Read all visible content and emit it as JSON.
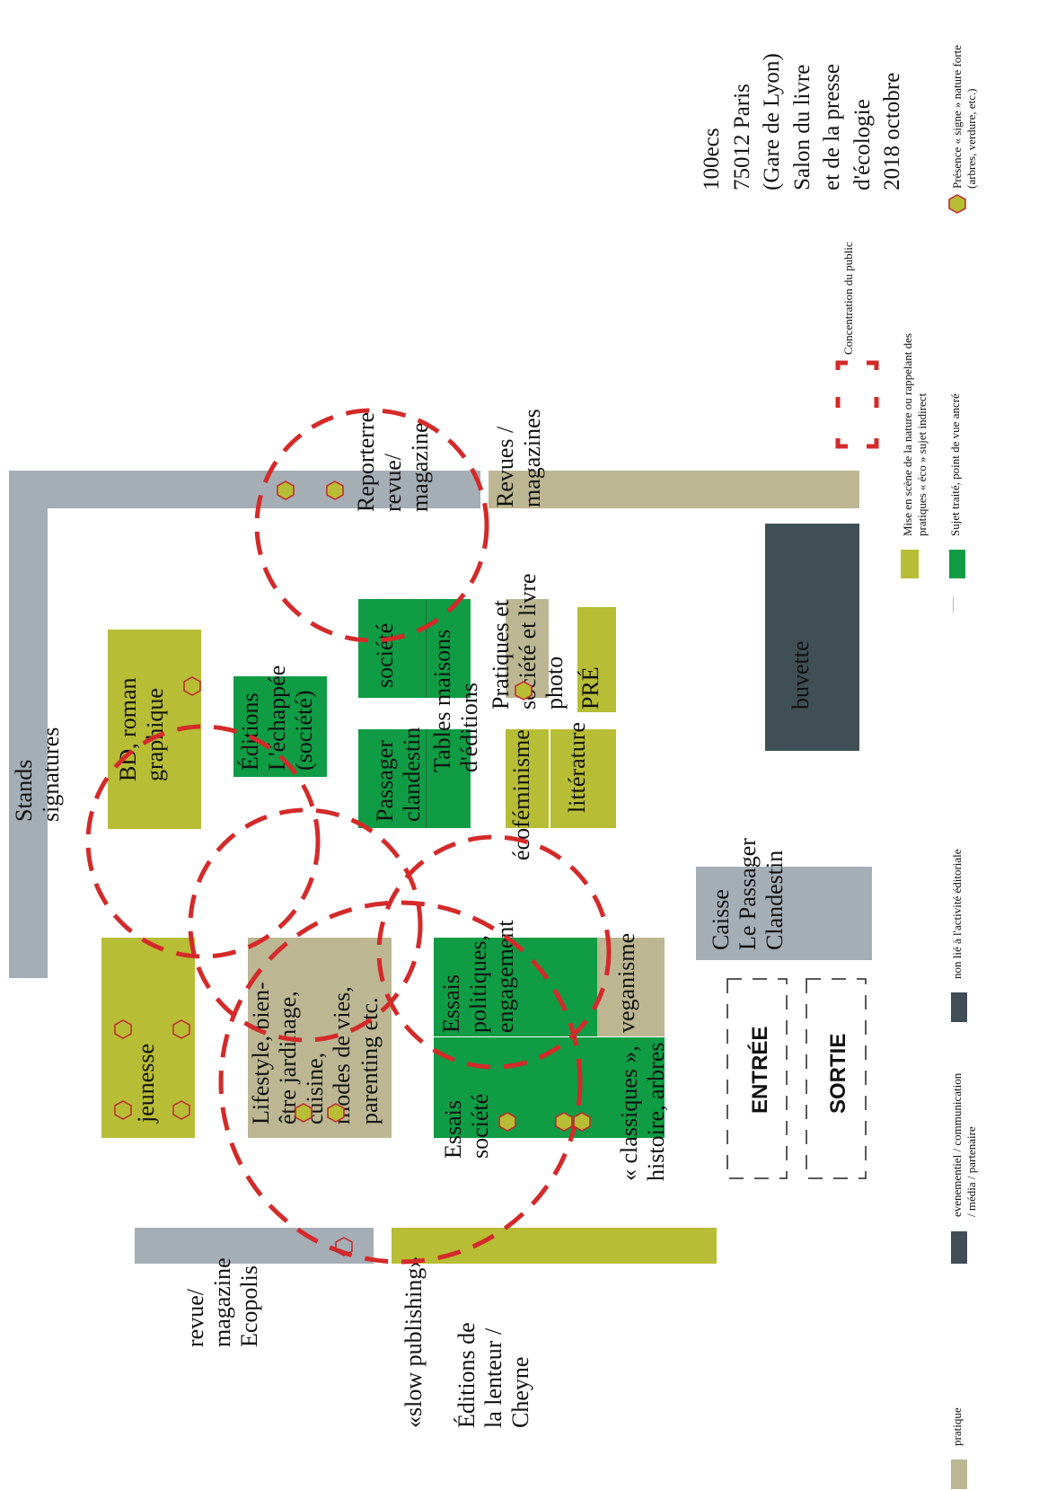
{
  "stands": {
    "stands_signatures": "Stands\nsignatures",
    "reporterre": "Reporterre\nrevue/\nmagazine",
    "revues": "Revues /\nmagazines",
    "bd": "BD, roman\ngraphique",
    "echappee": "Éditions\nL'échappée\n(société)",
    "societe": "société",
    "tables": "Tables maisons\nd'éditions",
    "passager": "Passager\nclandestin",
    "pratiques": "Pratiques et\nsociété et livre\nphoto",
    "pre": "PRÉ",
    "ecofeminisme": "écoféminisme",
    "litterature": "littérature",
    "buvette": "buvette",
    "caisse": "Caisse\nLe Passager\nClandestin",
    "jeunesse": "jeunesse",
    "lifestyle": "Lifestyle, bien-\nêtre jardinage,\ncuisine,\nmodes de vies,\nparenting etc.",
    "essais_politiques": "Essais\npolitiques,\nengagement",
    "veganisme": "veganisme",
    "essais_societe": "Essais\nsociété",
    "classiques": "« classiques »,\nhistoire, arbres",
    "entree": "ENTRÉE",
    "sortie": "SORTIE",
    "ecopolis": "revue/\nmagazine\nEcopolis",
    "lenteur": "Éditions de\nla lenteur /\nCheyne",
    "slow": "«slow publishing»"
  },
  "info": "100ecs\n75012 Paris\n(Gare de Lyon)\nSalon du livre\net de la presse\nd'écologie\n2018 octobre",
  "legend": {
    "concentration": "Concentration du public",
    "mise_en_scene": "Mise en scène de la nature ou rappelant des\npratiques « éco » sujet indirect",
    "sujet_traite": "Sujet traité, point de vue ancré",
    "presence": "Présence « signe » nature forte\n(arbres, verdure, etc.)",
    "non_lie": "non lié à l'activité éditoriale",
    "evenementiel": "evenementiel / communication\n/ média / partenaire",
    "pratique": "pratique"
  },
  "colors": {
    "olive": "#b7bd35",
    "tan": "#bcb792",
    "green": "#0f9c44",
    "gray": "#a5adb5",
    "dark": "#3f4f54",
    "red": "#d42a2a"
  }
}
